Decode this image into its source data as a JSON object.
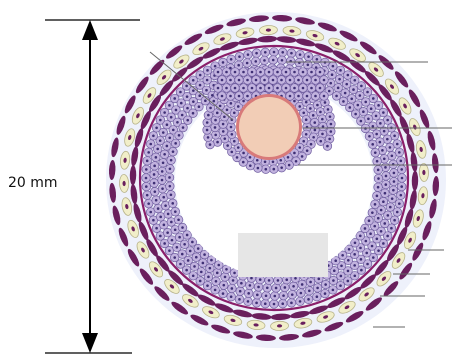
{
  "dimension": {
    "label": "20 mm"
  },
  "colors": {
    "background": "#ffffff",
    "antrum": "#ffffff",
    "halo": "#eef1fb",
    "granulosa_fill": "#c2b3df",
    "granulosa_stroke": "#6f5d9f",
    "granulosa_nucleus": "#3e2f74",
    "theca_cell": "#f1eec9",
    "theca_cell_stroke": "#b7b38a",
    "spindle_cell": "#6a1f5d",
    "basement_membrane": "#8a1f6a",
    "oocyte": "#f2cdb6",
    "zona": "#d87a7a",
    "leader": "#666666",
    "label_box": "#e6e6e6"
  },
  "icons": [
    "dimension-arrow",
    "leader-line"
  ]
}
